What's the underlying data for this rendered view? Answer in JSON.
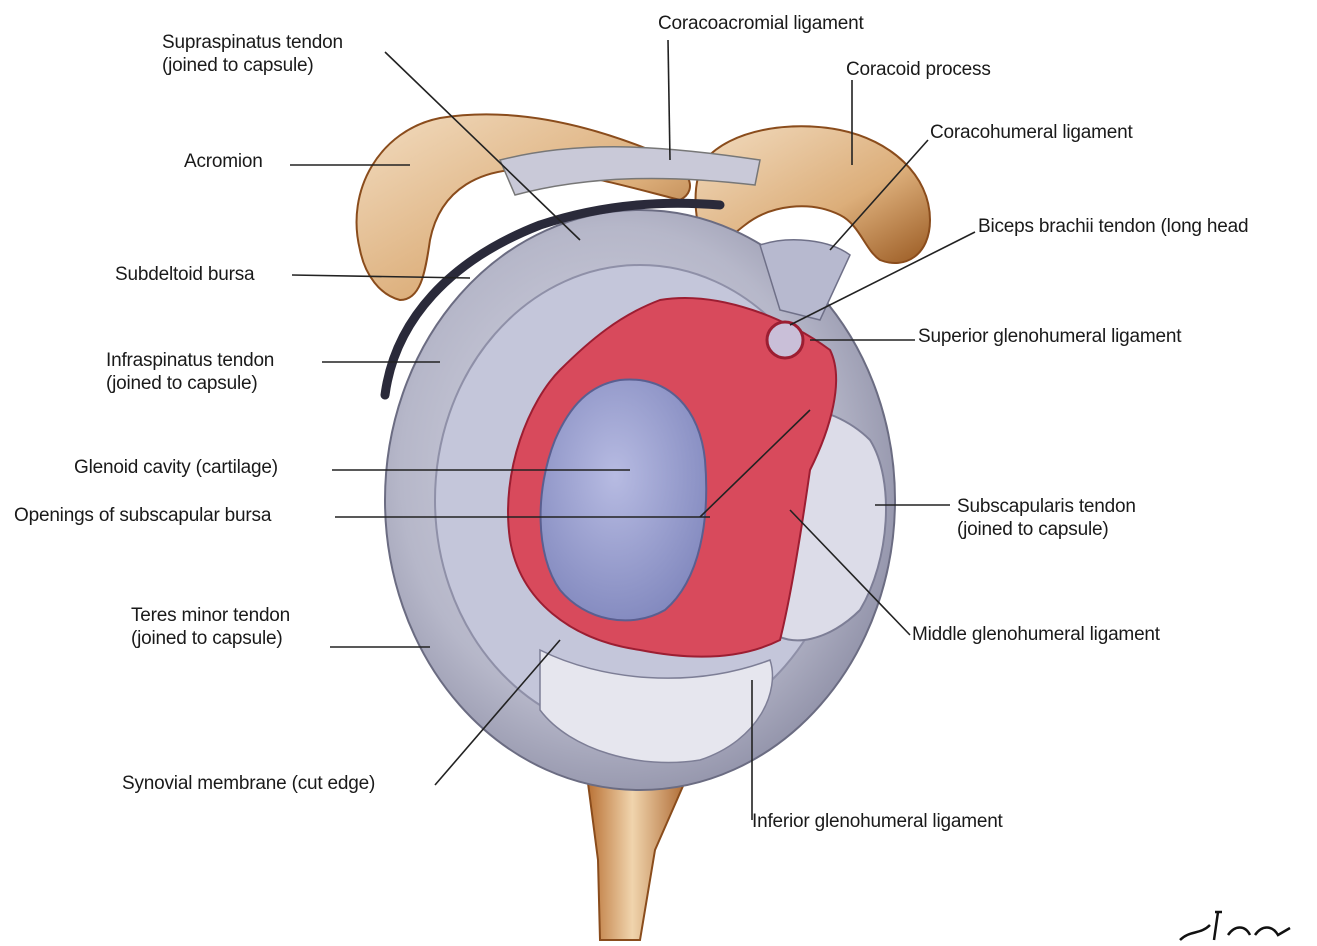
{
  "labels": {
    "supraspinatus": [
      "Supraspinatus tendon",
      "(joined to capsule)"
    ],
    "coracoacromial": "Coracoacromial ligament",
    "coracoid": "Coracoid process",
    "coracohumeral": "Coracohumeral ligament",
    "acromion": "Acromion",
    "biceps": "Biceps brachii tendon (long head",
    "subdeltoid": "Subdeltoid bursa",
    "superior_gh": "Superior glenohumeral ligament",
    "infraspinatus": [
      "Infraspinatus tendon",
      "(joined to capsule)"
    ],
    "glenoid": "Glenoid cavity (cartilage)",
    "openings": "Openings of subscapular bursa",
    "subscapularis": [
      "Subscapularis tendon",
      "(joined to capsule)"
    ],
    "teres_minor": [
      "Teres minor tendon",
      "(joined to capsule)"
    ],
    "middle_gh": "Middle glenohumeral ligament",
    "synovial": "Synovial membrane (cut edge)",
    "inferior_gh": "Inferior glenohumeral ligament"
  },
  "colors": {
    "bone": "#e9c9a0",
    "bone_shadow": "#b26e2c",
    "capsule": "#b7b8cc",
    "cartilage": "#8f95c6",
    "synovial_red": "#cf3449",
    "leader": "#222222"
  },
  "signature": "signature-mark"
}
